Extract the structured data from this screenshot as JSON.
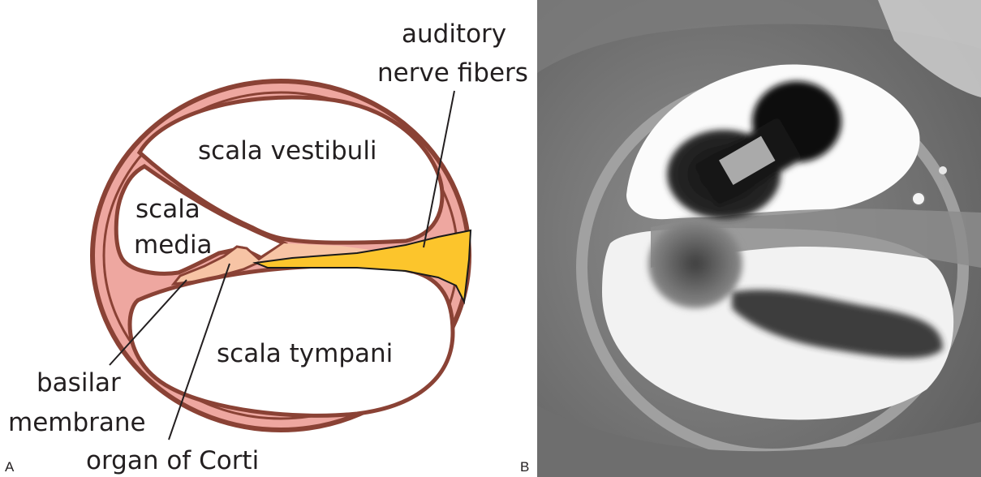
{
  "panel_a": {
    "letter": "A",
    "labels": {
      "scala_vestibuli": "scala vestibuli",
      "scala_media_1": "scala",
      "scala_media_2": "media",
      "scala_tympani": "scala tympani",
      "auditory_1": "auditory",
      "auditory_2": "nerve fibers",
      "basilar_1": "basilar",
      "basilar_2": "membrane",
      "organ_of_corti": "organ of Corti"
    },
    "colors": {
      "wall_fill": "#eea7a0",
      "wall_stroke": "#8a4235",
      "organ_fill": "#f7c4a5",
      "nerve_fill": "#fcc52c"
    }
  },
  "panel_b": {
    "letter": "B"
  }
}
